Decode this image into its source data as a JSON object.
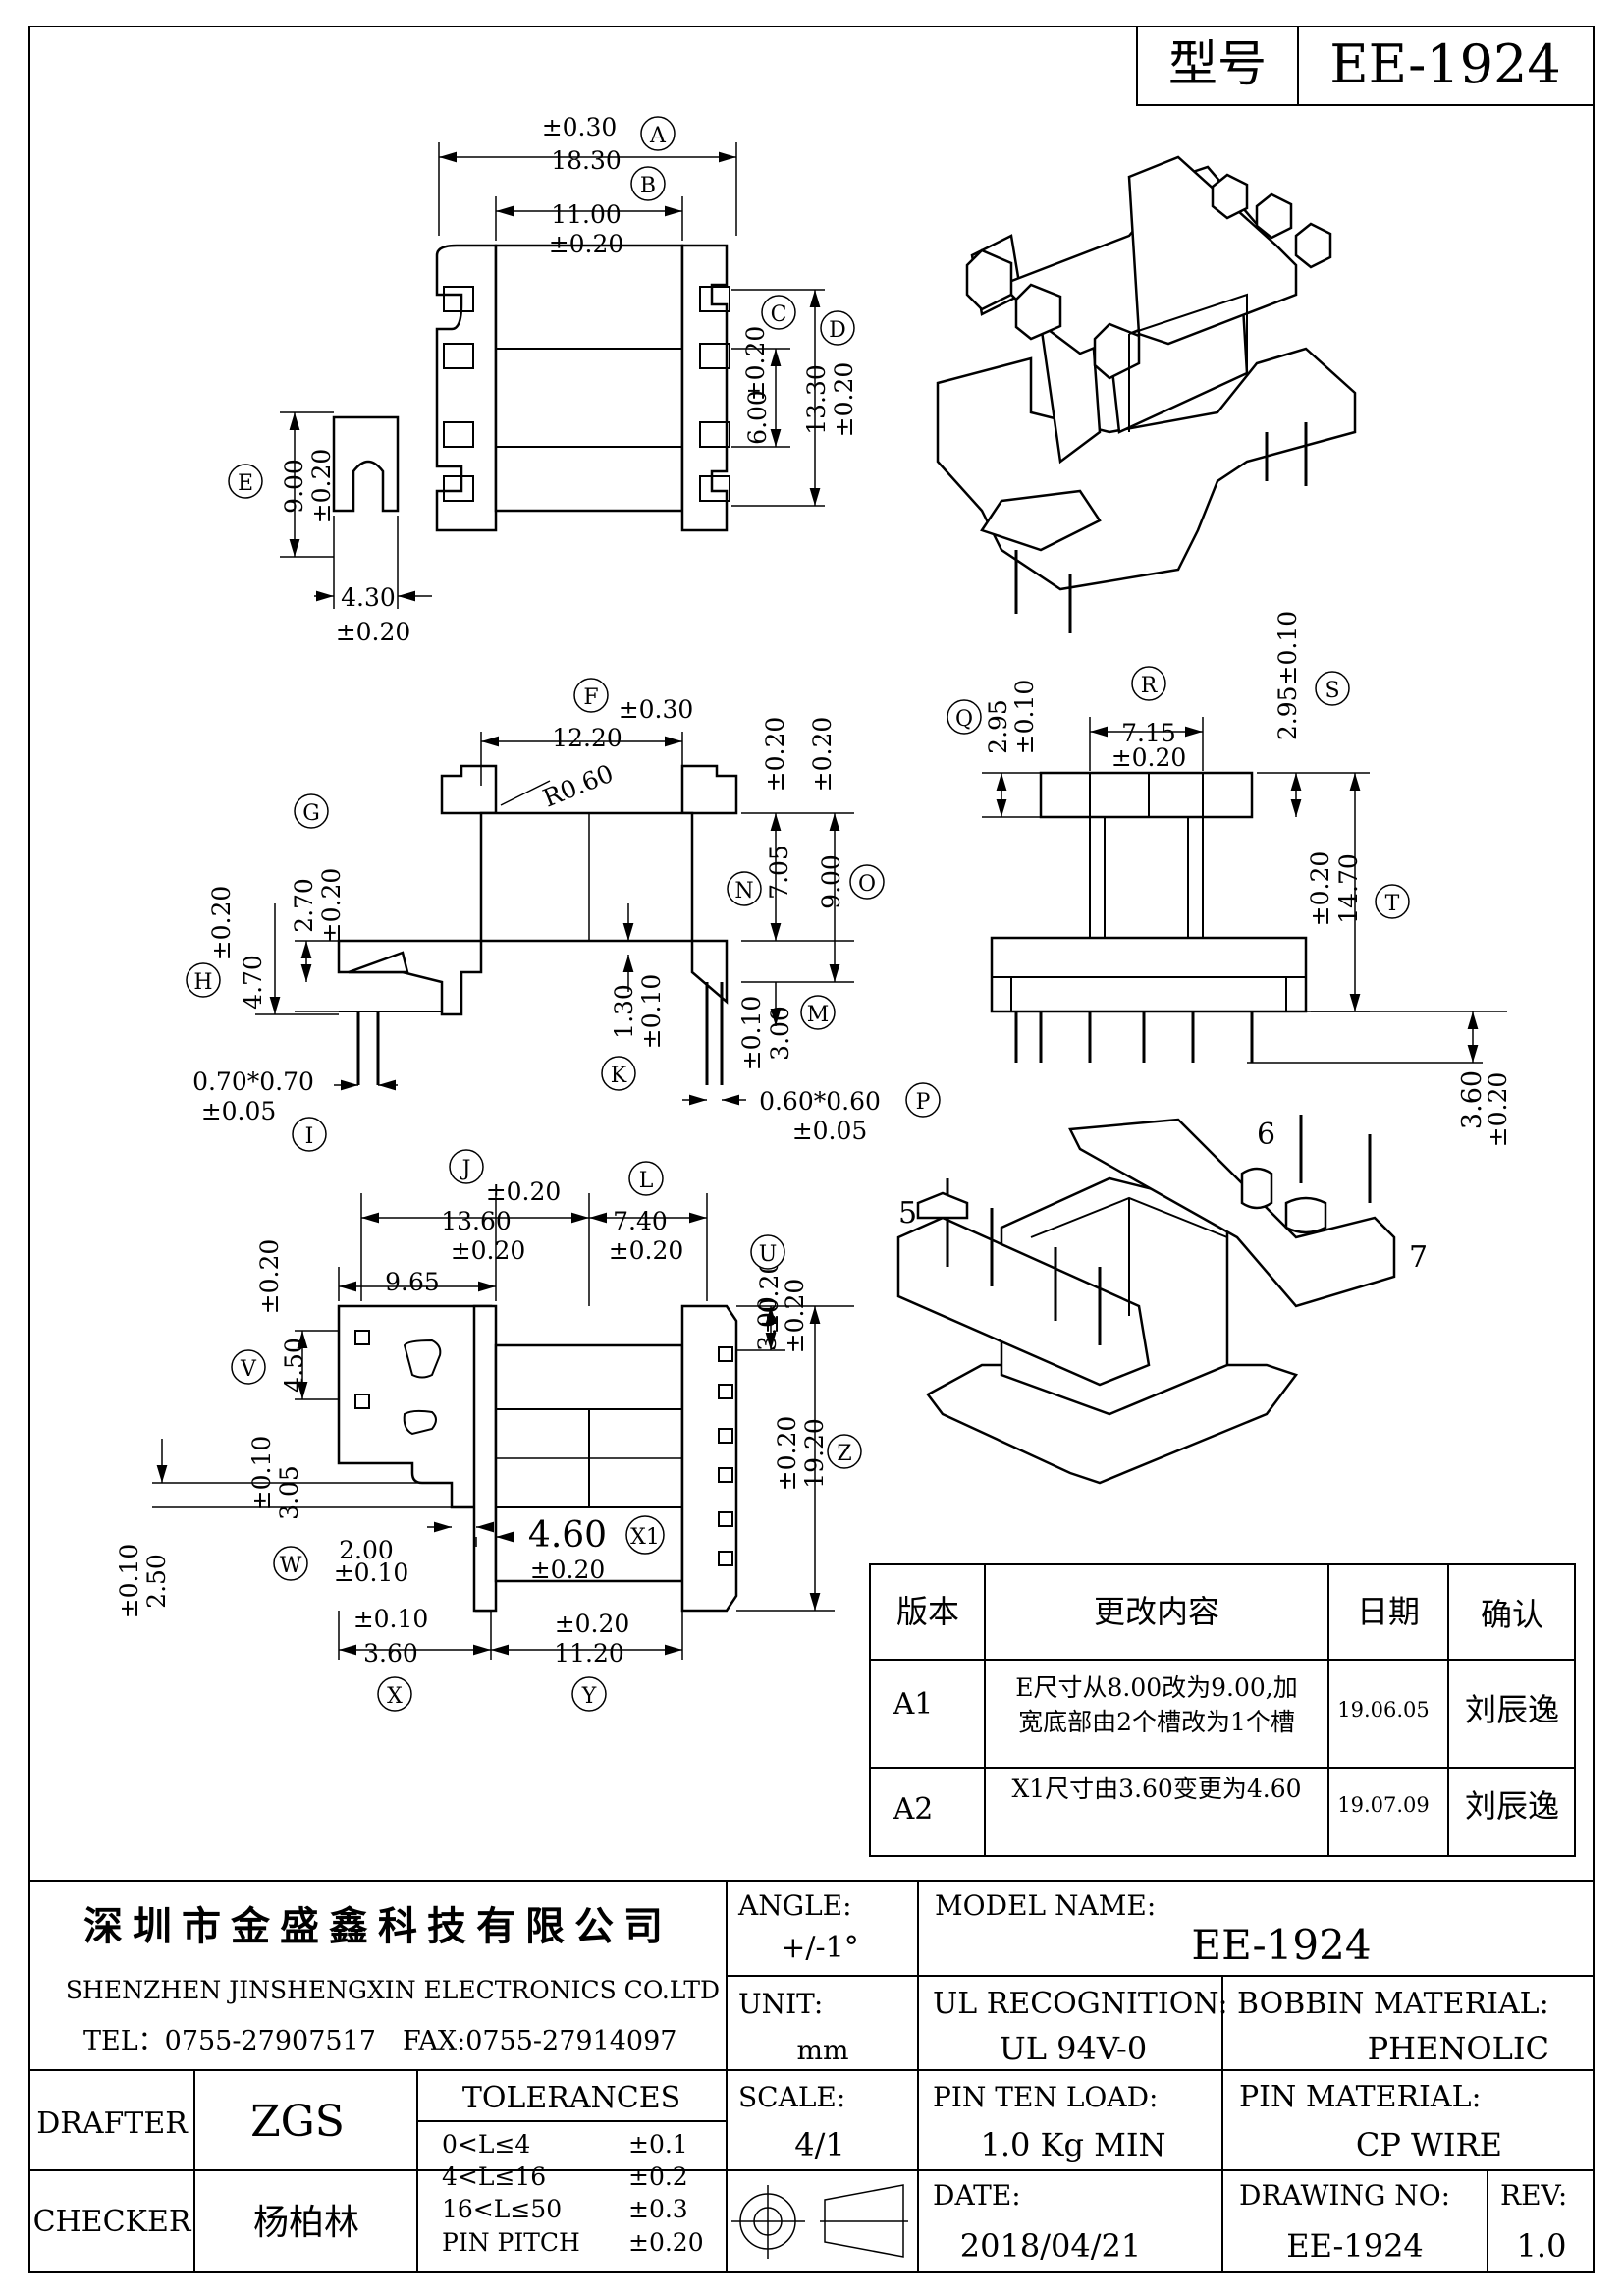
{
  "header": {
    "model_label": "型号",
    "model_value": "EE-1924"
  },
  "views": {
    "top_view": {
      "dims": [
        "±0.30",
        "18.30",
        "11.00",
        "±0.20",
        "6.00",
        "±0.20",
        "13.30",
        "±0.20",
        "9.00",
        "±0.20",
        "4.30",
        "±0.20"
      ],
      "labels": [
        "A",
        "B",
        "C",
        "D",
        "E"
      ]
    },
    "front_view": {
      "dims": [
        "±0.30",
        "12.20",
        "R0.60",
        "±0.20",
        "±0.20",
        "7.05",
        "9.00",
        "±0.20",
        "2.70",
        "±0.20",
        "4.70",
        "1.30",
        "±0.10",
        "±0.10",
        "3.00",
        "0.70*0.70",
        "±0.05",
        "0.60*0.60",
        "±0.05"
      ],
      "labels": [
        "F",
        "G",
        "H",
        "I",
        "K",
        "M",
        "N",
        "O",
        "P"
      ]
    },
    "side_view": {
      "dims": [
        "2.95",
        "±0.10",
        "7.15",
        "±0.20",
        "2.95±0.10",
        "±0.20",
        "14.70",
        "3.60",
        "±0.20"
      ],
      "labels": [
        "Q",
        "R",
        "S",
        "T"
      ]
    },
    "bottom_view": {
      "dims": [
        "±0.20",
        "13.60",
        "±0.20",
        "7.40",
        "±0.20",
        "9.65",
        "±0.20",
        "4.50",
        "±0.20",
        "3.00",
        "±0.20",
        "±0.20",
        "19.20",
        "±0.10",
        "3.05",
        "±0.10",
        "2.50",
        "2.00",
        "±0.10",
        "4.60",
        "±0.20",
        "±0.10",
        "3.60",
        "±0.20",
        "11.20"
      ],
      "labels": [
        "J",
        "L",
        "U",
        "V",
        "W",
        "X1",
        "X",
        "Y",
        "Z"
      ]
    },
    "iso_pin_numbers": [
      "5",
      "6",
      "7"
    ]
  },
  "revision_table": {
    "headers": [
      "版本",
      "更改内容",
      "日期",
      "确认"
    ],
    "rows": [
      {
        "version": "A1",
        "change_line1": "E尺寸从8.00改为9.00,加",
        "change_line2": "宽底部由2个槽改为1个槽",
        "date": "19.06.05",
        "confirm": "刘辰逸"
      },
      {
        "version": "A2",
        "change_line1": "X1尺寸由3.60变更为4.60",
        "change_line2": "",
        "date": "19.07.09",
        "confirm": "刘辰逸"
      }
    ]
  },
  "title_block": {
    "company_cn": "深圳市金盛鑫科技有限公司",
    "company_en": "SHENZHEN JINSHENGXIN ELECTRONICS CO.LTD",
    "tel": "TEL：0755-27907517",
    "fax": "FAX:0755-27914097",
    "angle_label": "ANGLE:",
    "angle_value": "+/-1°",
    "model_name_label": "MODEL NAME:",
    "model_name_value": "EE-1924",
    "unit_label": "UNIT:",
    "unit_value": "mm",
    "ul_label": "UL RECOGNITION:",
    "ul_value": "UL 94V-0",
    "bobbin_label": "BOBBIN MATERIAL:",
    "bobbin_value": "PHENOLIC",
    "drafter_label": "DRAFTER",
    "drafter_value": "ZGS",
    "checker_label": "CHECKER",
    "checker_value": "杨柏林",
    "tolerances_label": "TOLERANCES",
    "tolerances": [
      {
        "range": "0<L≤4",
        "tol": "±0.1"
      },
      {
        "range": "4<L≤16",
        "tol": "±0.2"
      },
      {
        "range": "16<L≤50",
        "tol": "±0.3"
      },
      {
        "range": "PIN PITCH",
        "tol": "±0.20"
      }
    ],
    "scale_label": "SCALE:",
    "scale_value": "4/1",
    "pin_load_label": "PIN TEN LOAD:",
    "pin_load_value": "1.0 Kg MIN",
    "pin_material_label": "PIN MATERIAL:",
    "pin_material_value": "CP WIRE",
    "date_label": "DATE:",
    "date_value": "2018/04/21",
    "drawing_no_label": "DRAWING NO:",
    "drawing_no_value": "EE-1924",
    "rev_label": "REV:",
    "rev_value": "1.0"
  }
}
